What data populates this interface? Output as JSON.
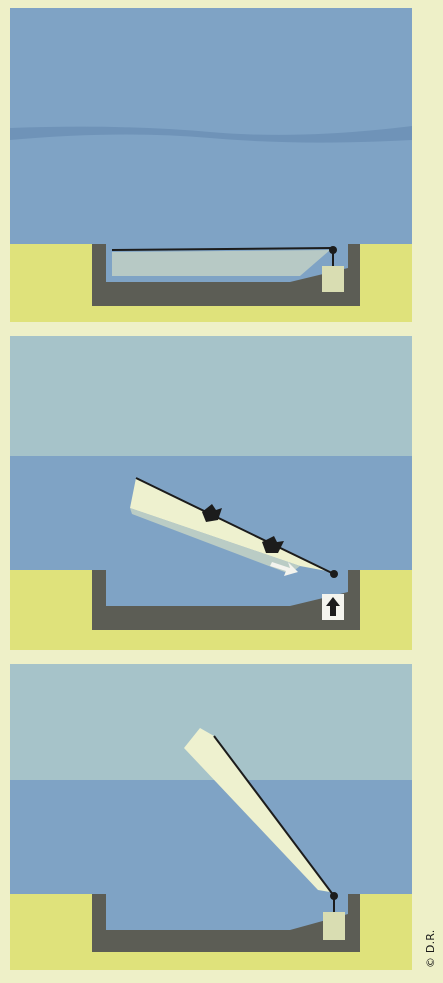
{
  "credit": "© D.R.",
  "colors": {
    "background": "#eef0c8",
    "sky": "#a6c3c9",
    "water": "#7fa3c5",
    "water_dark": "#6f93b8",
    "quay": "#dfe27b",
    "basin": "#5c5d55",
    "gate": "#c9d6c4",
    "gate_light": "#eef1cf",
    "counterweight": "#d9ddb2",
    "arrow_dark": "#1c1c1c",
    "arrow_light": "#f4f4ee"
  },
  "panels": [
    {
      "name": "panel-gate-lowered",
      "gate_state": "lowered",
      "arrows": "none"
    },
    {
      "name": "panel-gate-rising",
      "gate_state": "rising",
      "arrows": "buoyancy-lift"
    },
    {
      "name": "panel-gate-raised",
      "gate_state": "raised",
      "arrows": "none"
    }
  ]
}
